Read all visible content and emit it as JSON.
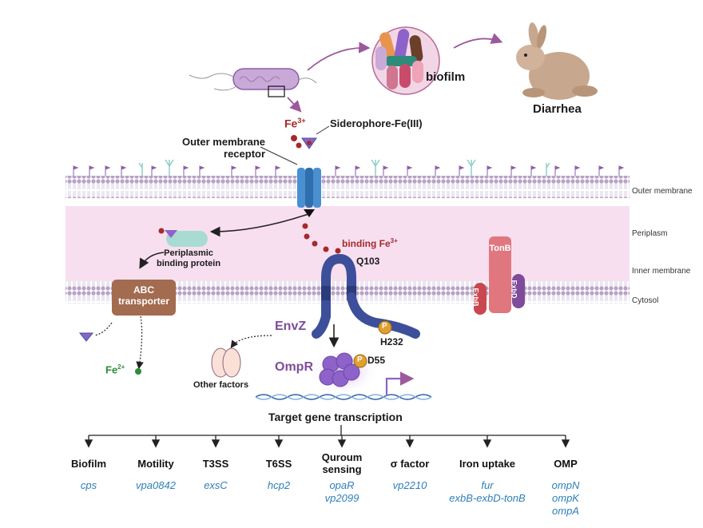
{
  "labels": {
    "biofilm_top": "biofilm",
    "diarrhea": "Diarrhea",
    "fe3": "Fe",
    "fe3_sup": "3+",
    "siderophore": "Siderophore-Fe(III)",
    "outer_membrane_receptor_line1": "Outer membrane",
    "outer_membrane_receptor_line2": "receptor",
    "periplasmic_line1": "Periplasmic",
    "periplasmic_line2": "binding protein",
    "abc_line1": "ABC",
    "abc_line2": "transporter",
    "fe2": "Fe",
    "fe2_sup": "2+",
    "binding_fe": "binding Fe",
    "binding_fe_sup": "3+",
    "q103": "Q103",
    "envz": "EnvZ",
    "h232": "H232",
    "p1": "P",
    "p2": "P",
    "ompr": "OmpR",
    "d55": "D55",
    "other_factors": "Other factors",
    "tonb": "TonB",
    "exbb": "ExbB",
    "exbd": "ExbD",
    "target": "Target gene transcription"
  },
  "regions": {
    "outer_membrane": "Outer membrane",
    "periplasm": "Periplasm",
    "inner_membrane": "Inner membrane",
    "cytosol": "Cytosol"
  },
  "categories": [
    {
      "title": "Biofilm",
      "genes": [
        "cps"
      ]
    },
    {
      "title": "Motility",
      "genes": [
        "vpa0842"
      ]
    },
    {
      "title": "T3SS",
      "genes": [
        "exsC"
      ]
    },
    {
      "title": "T6SS",
      "genes": [
        "hcp2"
      ]
    },
    {
      "title": "Quroum\nsensing",
      "genes": [
        "opaR",
        "vp2099"
      ]
    },
    {
      "title": "σ factor",
      "genes": [
        "vp2210"
      ]
    },
    {
      "title": "Iron uptake",
      "genes": [
        "fur",
        "exbB-exbD-tonB"
      ]
    },
    {
      "title": "OMP",
      "genes": [
        "ompN",
        "ompK",
        "ompA"
      ]
    }
  ],
  "colors": {
    "arrow_purple": "#9b5a9b",
    "envz_blue": "#3d4f9a",
    "ompr_purple": "#8e63c9",
    "tonb_pink": "#e0777f",
    "gene_blue": "#2d7fb8",
    "fe_red": "#a52a2a",
    "fe2_green": "#2e8b3a",
    "periplasm_pink": "#f7dff0"
  }
}
